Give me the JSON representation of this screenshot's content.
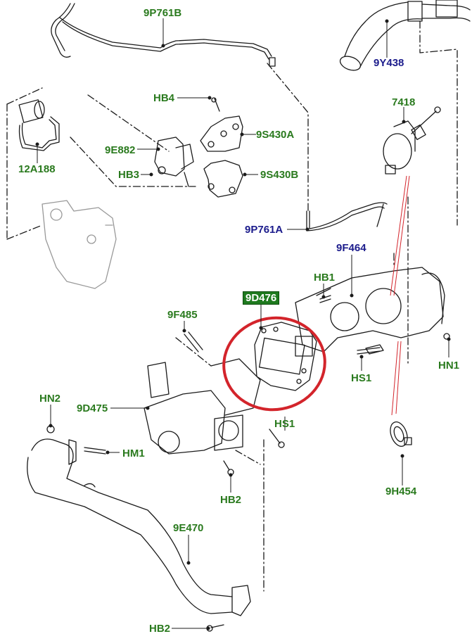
{
  "diagram": {
    "title": "EGR system exploded parts diagram",
    "colors": {
      "label_green": "#2a7a1e",
      "label_blue": "#1c1c8c",
      "highlight_box": "#1f7a1f",
      "highlight_circle": "#d3242b",
      "line": "#1a1a1a",
      "red_guide": "#d3242b"
    },
    "callouts": [
      {
        "id": "9P761B",
        "color": "green"
      },
      {
        "id": "9Y438",
        "color": "blue"
      },
      {
        "id": "HB4",
        "color": "green"
      },
      {
        "id": "7418",
        "color": "green"
      },
      {
        "id": "9S430A",
        "color": "green"
      },
      {
        "id": "9E882",
        "color": "green"
      },
      {
        "id": "12A188",
        "color": "green"
      },
      {
        "id": "HB3",
        "color": "green"
      },
      {
        "id": "9S430B",
        "color": "green"
      },
      {
        "id": "9P761A",
        "color": "blue"
      },
      {
        "id": "9F464",
        "color": "blue"
      },
      {
        "id": "HB1",
        "color": "green"
      },
      {
        "id": "9D476",
        "color": "boxed",
        "highlighted": true
      },
      {
        "id": "9F485",
        "color": "green"
      },
      {
        "id": "HN1",
        "color": "green"
      },
      {
        "id": "HS1",
        "color": "green"
      },
      {
        "id": "HN2",
        "color": "green"
      },
      {
        "id": "9D475",
        "color": "green"
      },
      {
        "id": "HS1",
        "color": "green"
      },
      {
        "id": "HM1",
        "color": "green"
      },
      {
        "id": "HB2",
        "color": "green"
      },
      {
        "id": "9H454",
        "color": "green"
      },
      {
        "id": "9E470",
        "color": "green"
      },
      {
        "id": "HB2",
        "color": "green"
      }
    ]
  }
}
